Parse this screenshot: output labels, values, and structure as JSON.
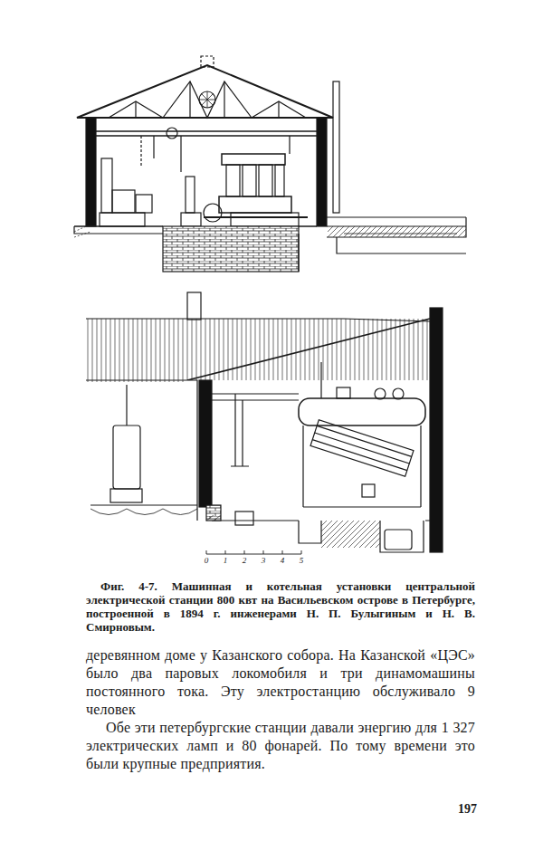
{
  "diagram": {
    "caption": "Фиг. 4-7. Машинная и котельная установки центральной электрической станции 800 квт на Васильевском острове в Петербурге, построенной в 1894 г. инженерами Н. П. Булыгиным и Н. В. Смирновым.",
    "labels": [
      "0",
      "1",
      "2",
      "3",
      "4",
      "5",
      "деревянном доме у Казанского собора. На Казанской «ЦЭС» было два паровых локомобиля и три динамомашины постоянного тока. Эту электростанцию обслуживало 9 человек",
      "Обе эти петербургские станции давали энергию для 1 327 электрических ламп и 80 фонарей. По тому времени это были крупные предприятия.",
      "197"
    ]
  }
}
